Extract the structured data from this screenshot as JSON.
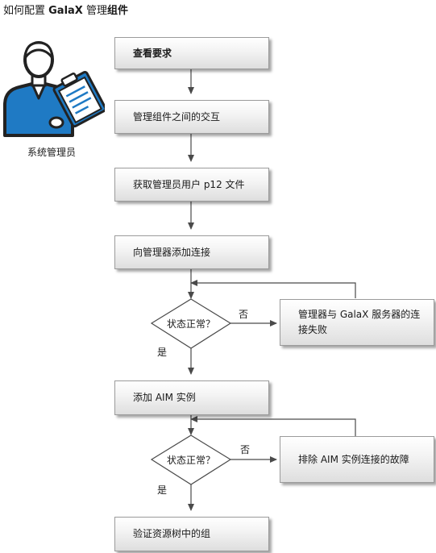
{
  "title": {
    "prefix": "如何配置 ",
    "brand": "GalaX",
    "mid": " 管理",
    "suffix": "组件"
  },
  "actor": {
    "label": "系统管理员",
    "icon": "administrator-clipboard-icon"
  },
  "steps": {
    "s1": "查看要求",
    "s2": "管理组件之间的交互",
    "s3": "获取管理员用户 p12 文件",
    "s4": "向管理器添加连接",
    "s5": "添加 AIM 实例",
    "s6": "验证资源树中的组"
  },
  "decisions": {
    "d1": "状态正常？",
    "d2": "状态正常？"
  },
  "failures": {
    "f1": "管理器与 GalaX 服务器的连接失败",
    "f2": "排除 AIM 实例连接的故障"
  },
  "branch_labels": {
    "no1": "否",
    "yes1": "是",
    "no2": "否",
    "yes2": "是"
  },
  "colors": {
    "icon_blue": "#1f7ac4",
    "icon_dark": "#2a2a2a",
    "line": "#4a4a4a"
  }
}
